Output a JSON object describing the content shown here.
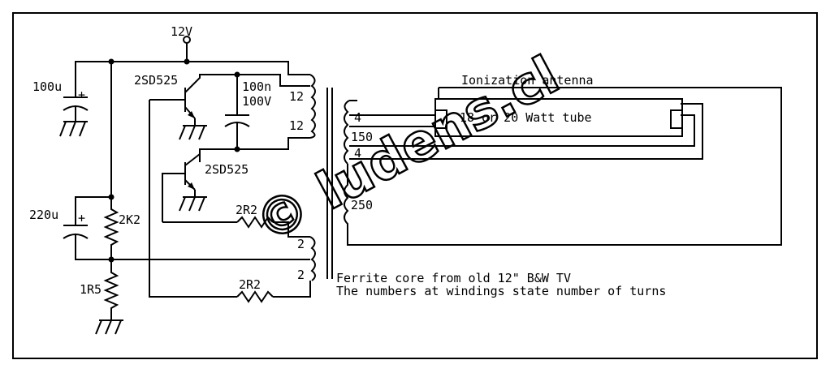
{
  "supply_label": "12V",
  "transistor_top": "2SD525",
  "transistor_bottom": "2SD525",
  "cap_tuning_value": "100n",
  "cap_tuning_voltage": "100V",
  "cap_input": "100u",
  "cap_input_polarity": "+",
  "cap_bias": "220u",
  "cap_bias_polarity": "+",
  "res_bias": "2K2",
  "res_emitter": "1R5",
  "res_base_top": "2R2",
  "res_base_bottom": "2R2",
  "primary_turns_a": "12",
  "primary_turns_b": "12",
  "feedback_turns_a": "2",
  "feedback_turns_b": "2",
  "secondary_turns_filament_a": "4",
  "secondary_turns_main": "150",
  "secondary_turns_filament_b": "4",
  "secondary_turns_hv": "250",
  "tube_label": "18 or 20 Watt tube",
  "antenna_label": "Ionization antenna",
  "note_core": "Ferrite core from old 12\" B&W TV",
  "note_turns": "The numbers at windings state number of turns",
  "watermark": "© ludens.cl"
}
